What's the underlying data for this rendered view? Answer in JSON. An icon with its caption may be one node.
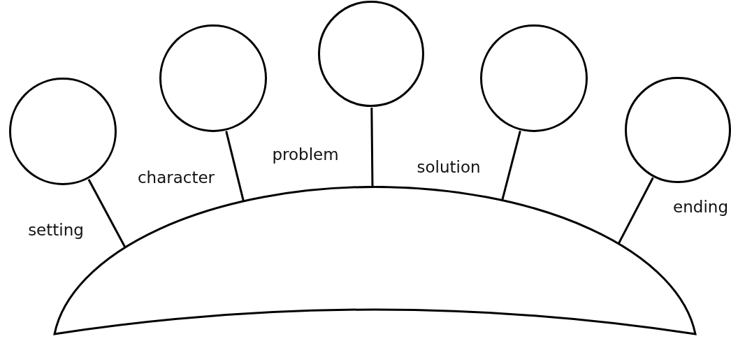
{
  "diagram": {
    "nodes": [
      {
        "text": [],
        "shape": "dome"
      },
      {
        "text": [],
        "shape": "circle"
      },
      {
        "text": [],
        "shape": "circle"
      },
      {
        "text": [],
        "shape": "circle"
      },
      {
        "text": [],
        "shape": "circle"
      },
      {
        "text": [],
        "shape": "circle"
      }
    ],
    "edges": [
      {
        "from": 1,
        "to": 0,
        "arrow": "none",
        "label": "setting"
      },
      {
        "from": 2,
        "to": 0,
        "arrow": "none",
        "label": "character"
      },
      {
        "from": 3,
        "to": 0,
        "arrow": "none",
        "label": "problem"
      },
      {
        "from": 4,
        "to": 0,
        "arrow": "none",
        "label": "solution"
      },
      {
        "from": 5,
        "to": 0,
        "arrow": "none",
        "label": "ending"
      }
    ]
  }
}
